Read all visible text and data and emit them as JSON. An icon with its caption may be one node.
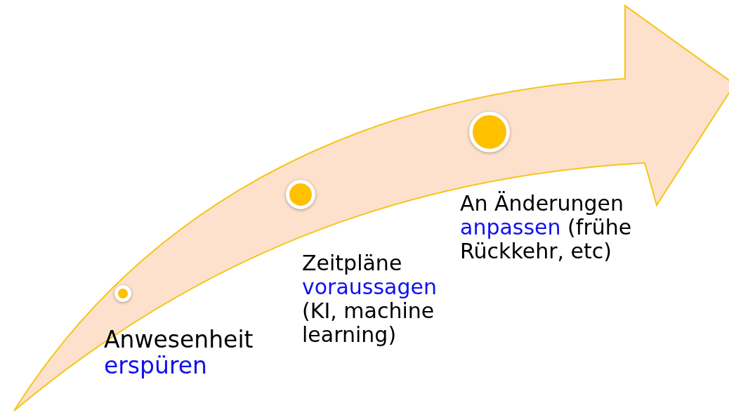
{
  "diagram": {
    "nodes": [
      {
        "text": [],
        "shape": "circle",
        "beside": [
          "Anwesenheit",
          "erspüren"
        ]
      },
      {
        "text": [],
        "shape": "circle",
        "beside": [
          "Zeitpläne",
          "voraussagen",
          "(KI, machine learning)"
        ]
      },
      {
        "text": [],
        "shape": "circle",
        "beside": [
          "An Änderungen",
          "anpassen",
          "(frühe Rückkehr, etc)"
        ]
      }
    ]
  }
}
